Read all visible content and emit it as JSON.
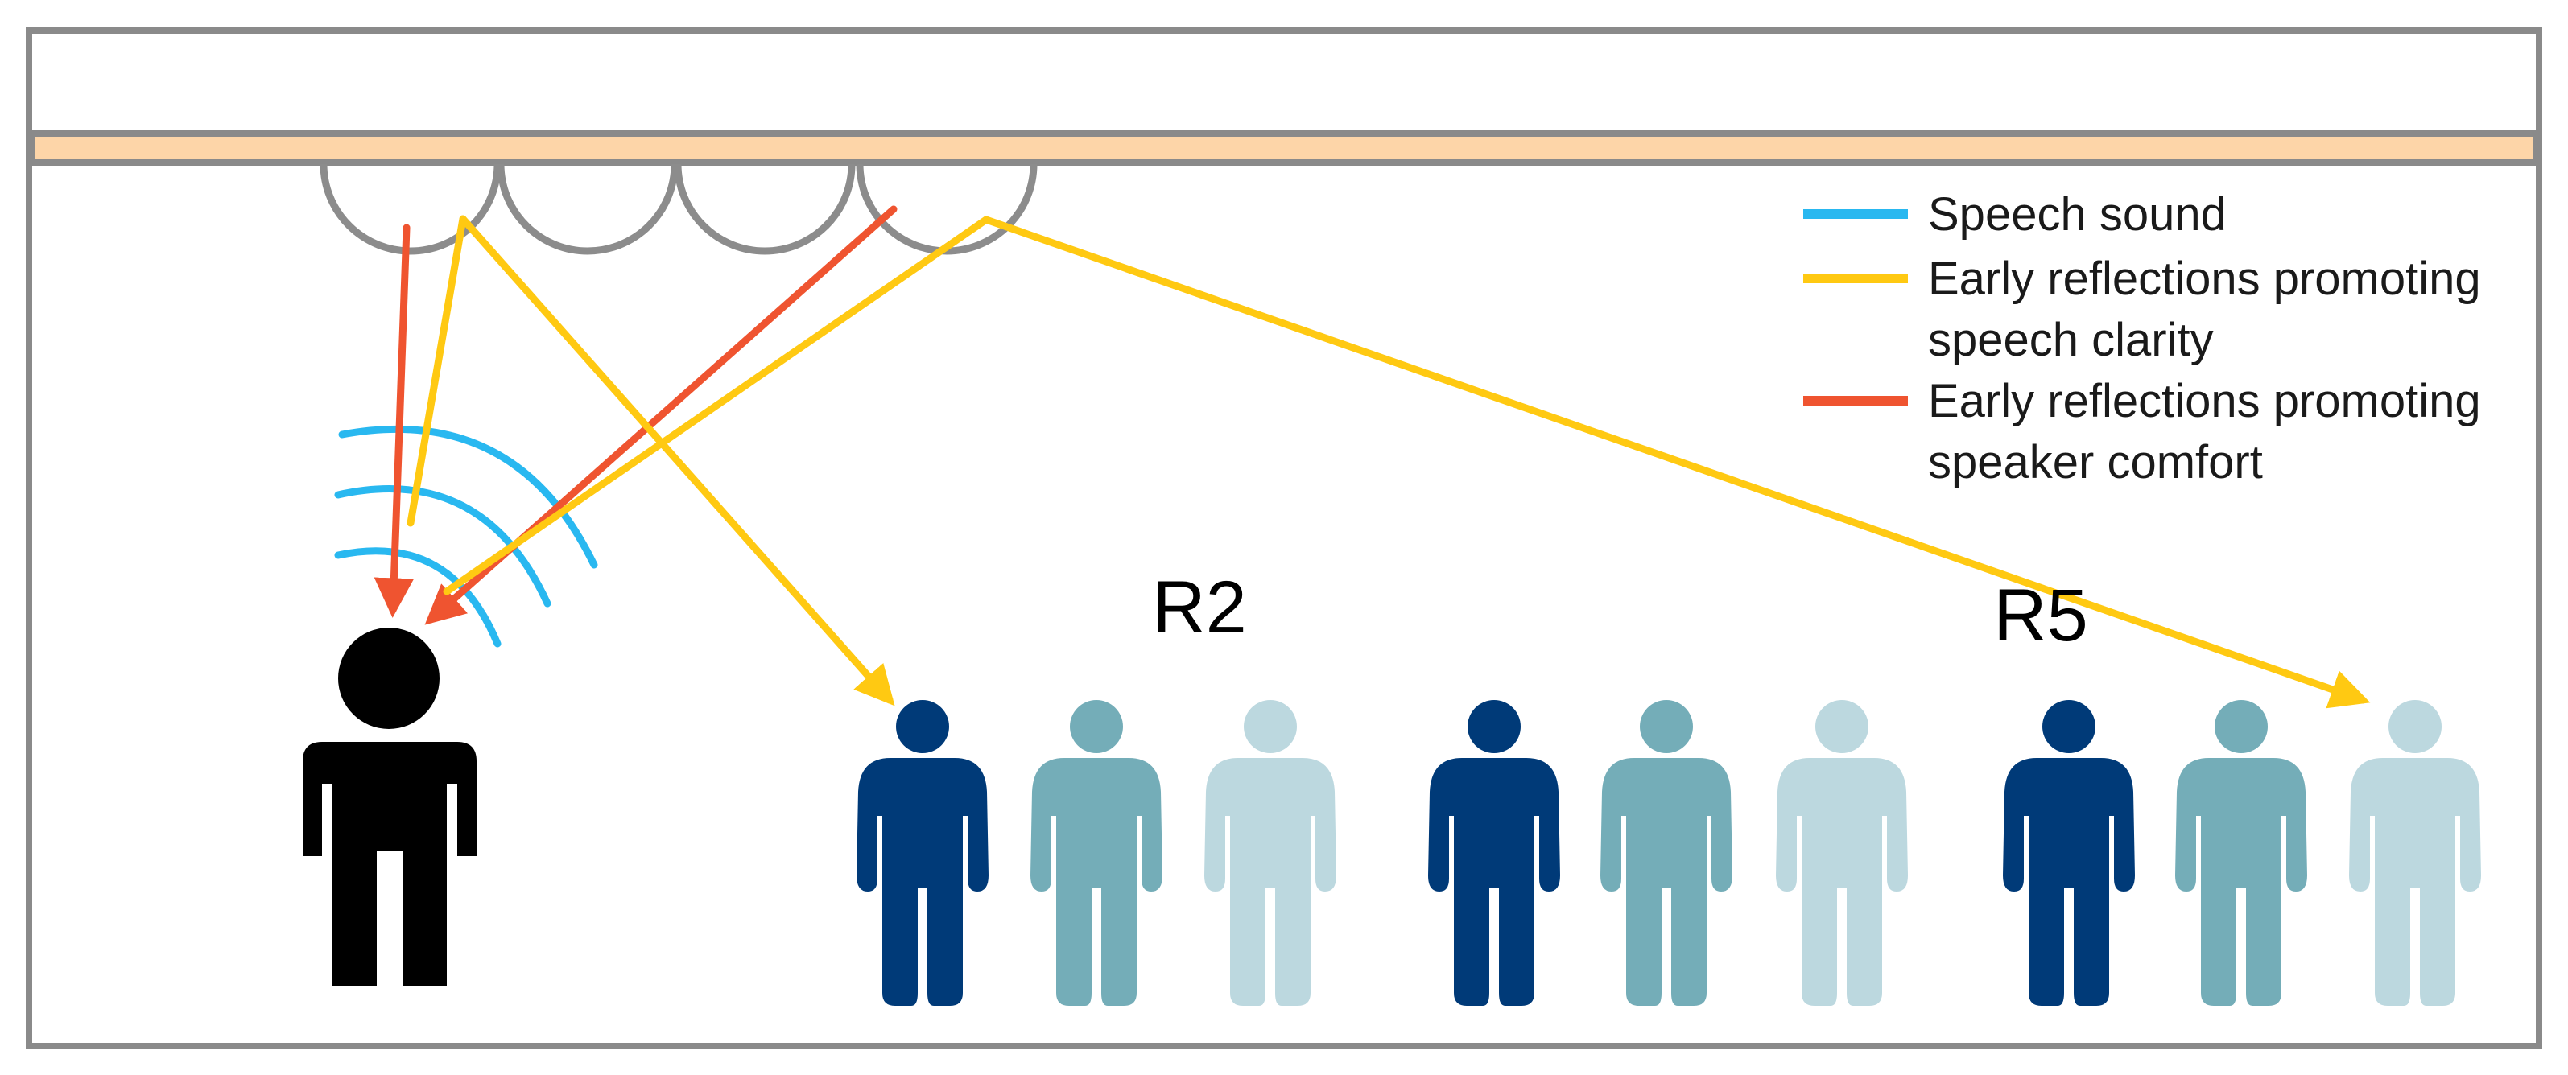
{
  "colors": {
    "speech": "#29b8f0",
    "clarity": "#ffc912",
    "comfort": "#ef5430",
    "ceiling_panel": "#fdd5a8",
    "frame": "#8a8a8a",
    "diffuser": "#8c8c8c",
    "speaker": "#000000",
    "listener_front": "#003a78",
    "listener_middle": "#74adb8",
    "listener_back": "#bcd8df"
  },
  "legend": {
    "speech_label": "Speech sound",
    "clarity_label_line1": "Early reflections promoting",
    "clarity_label_line2": "speech clarity",
    "comfort_label_line1": "Early reflections promoting",
    "comfort_label_line2": "speaker comfort"
  },
  "labels": {
    "row_r2": "R2",
    "row_r5": "R5"
  },
  "icons": {
    "speaker": "speaker-person-icon",
    "listener": "listener-person-icon",
    "diffuser": "ceiling-diffuser-icon",
    "sound_waves": "sound-wave-icon"
  }
}
